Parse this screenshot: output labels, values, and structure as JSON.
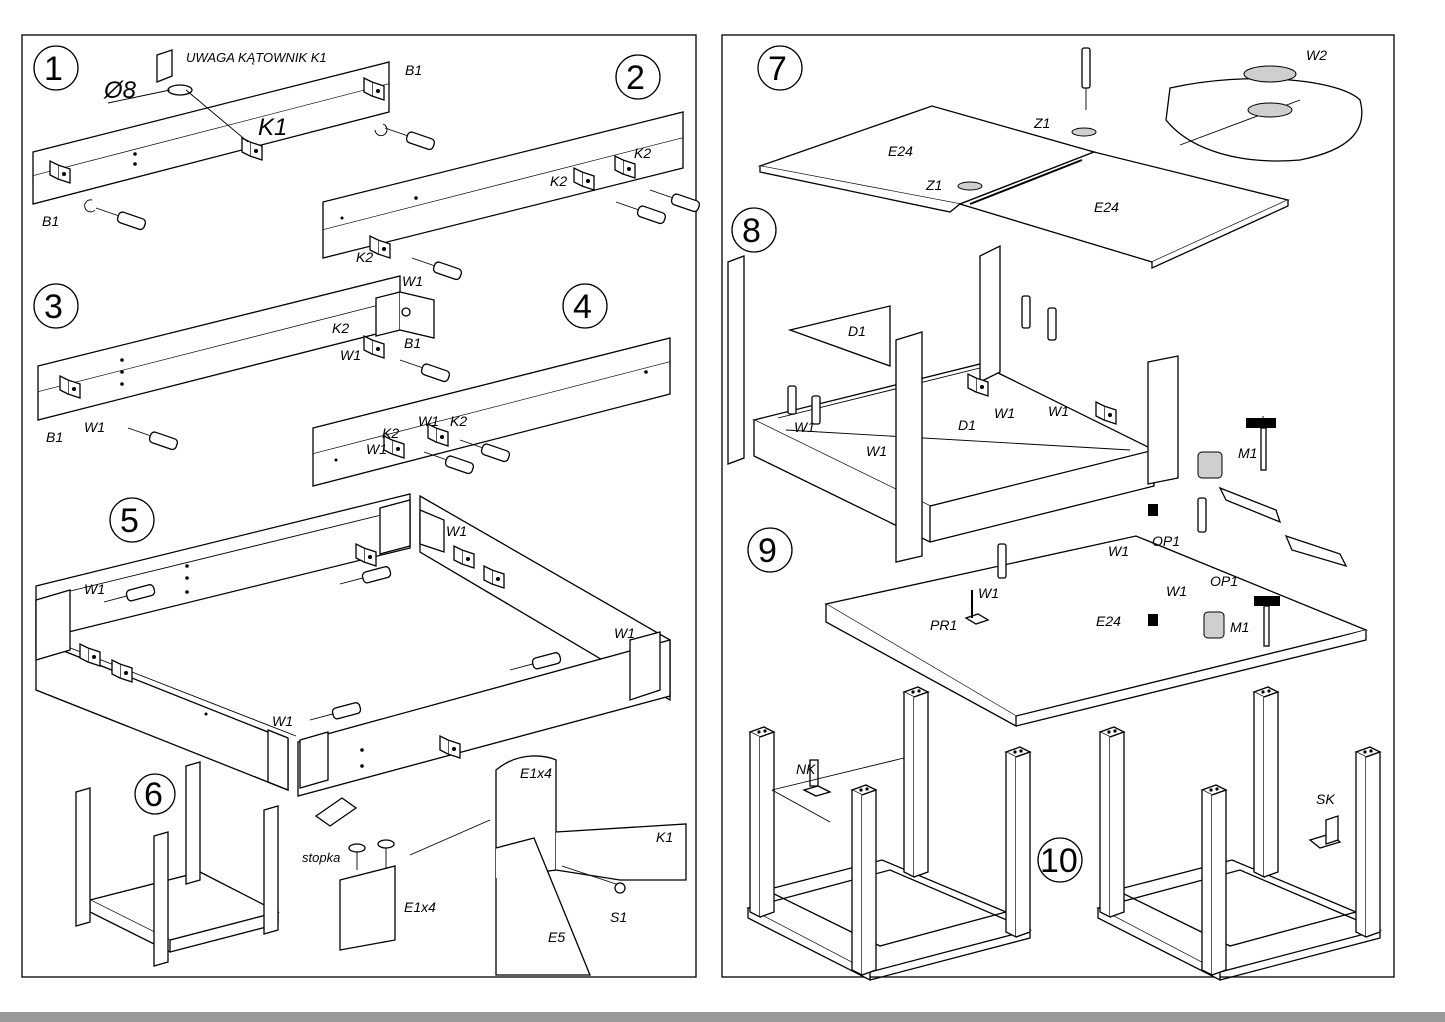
{
  "steps": [
    {
      "number": "1"
    },
    {
      "number": "2"
    },
    {
      "number": "3"
    },
    {
      "number": "4"
    },
    {
      "number": "5"
    },
    {
      "number": "6"
    },
    {
      "number": "7"
    },
    {
      "number": "8"
    },
    {
      "number": "9"
    },
    {
      "number": "10"
    }
  ],
  "labels": {
    "step1": {
      "warning": "UWAGA KĄTOWNIK K1",
      "diameter": "Ø8",
      "k1": "K1",
      "b1_top": "B1",
      "b1_left": "B1"
    },
    "step2": {
      "k2_a": "K2",
      "k2_b": "K2",
      "k2_c": "K2"
    },
    "step3": {
      "w1_top": "W1",
      "k2": "K2",
      "w1_mid": "W1",
      "b1_right": "B1",
      "b1_left": "B1",
      "w1_low": "W1"
    },
    "step4": {
      "w1_a": "W1",
      "k2_a": "K2",
      "k2_b": "K2",
      "w1_b": "W1"
    },
    "step5": {
      "w1_tr": "W1",
      "w1_l": "W1",
      "w1_r": "W1",
      "w1_b": "W1"
    },
    "step6": {
      "stopka": "stopka",
      "e1x4_foot": "E1x4",
      "e1x4_leg": "E1x4",
      "k1": "K1",
      "s1": "S1",
      "e5": "E5"
    },
    "step7": {
      "w2": "W2",
      "z1_top": "Z1",
      "z1_bottom": "Z1",
      "e24_left": "E24",
      "e24_right": "E24"
    },
    "step8": {
      "d1_board": "D1",
      "d1_frame": "D1",
      "w1_a": "W1",
      "w1_b": "W1",
      "w1_c": "W1",
      "w1_d": "W1",
      "m1": "M1"
    },
    "step9": {
      "w1_a": "W1",
      "op1_a": "OP1",
      "w1_b": "W1",
      "op1_b": "OP1",
      "w1_c": "W1",
      "pr1": "PR1",
      "e24": "E24",
      "m1": "M1"
    },
    "step10": {
      "nk": "NK",
      "sk": "SK"
    }
  }
}
